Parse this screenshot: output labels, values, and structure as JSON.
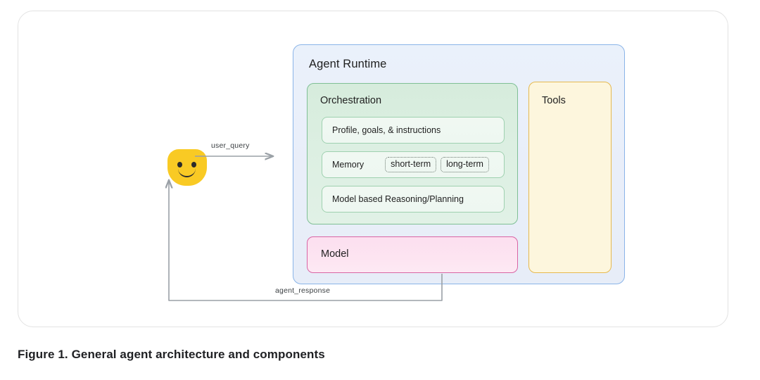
{
  "figure": {
    "caption": "Figure 1. General agent architecture and components"
  },
  "diagram": {
    "agent_runtime": {
      "title": "Agent Runtime",
      "border_color": "#8ab4e8",
      "fill_color": "#e9eef9"
    },
    "orchestration": {
      "title": "Orchestration",
      "border_color": "#7fbf95",
      "fill_color": "#dcefe2",
      "rows": [
        {
          "label": "Profile, goals, & instructions",
          "pills": []
        },
        {
          "label": "Memory",
          "pills": [
            "short-term",
            "long-term"
          ]
        },
        {
          "label": "Model based Reasoning/Planning",
          "pills": []
        }
      ]
    },
    "model": {
      "title": "Model",
      "border_color": "#d964a4",
      "fill_color": "#fde4f1"
    },
    "tools": {
      "title": "Tools",
      "border_color": "#e6b94f",
      "fill_color": "#fdf6dd"
    },
    "user": {
      "icon": "smiley-face-emoji",
      "color": "#f9ca24"
    },
    "flows": [
      {
        "label": "user_query",
        "from": "user",
        "to": "agent_runtime",
        "direction": "right"
      },
      {
        "label": "agent_response",
        "from": "agent_runtime",
        "to": "user",
        "direction": "left-up"
      }
    ],
    "arrow_color": "#9aa0a6"
  }
}
